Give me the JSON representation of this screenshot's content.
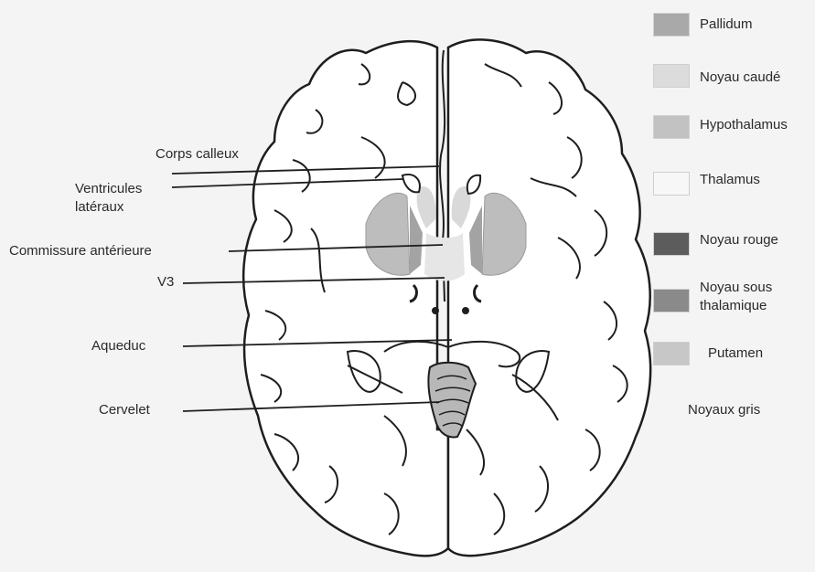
{
  "labels": {
    "corps_calleux": "Corps calleux",
    "ventricules_line1": "Ventricules",
    "ventricules_line2": "latéraux",
    "commissure": "Commissure antérieure",
    "v3": "V3",
    "aqueduc": "Aqueduc",
    "cervelet": "Cervelet"
  },
  "legend": {
    "items": [
      {
        "label": "Pallidum",
        "color": "#a9a9a9"
      },
      {
        "label": "Noyau caudé",
        "color": "#dcdcdc"
      },
      {
        "label": "Hypothalamus",
        "color": "#c2c2c2"
      },
      {
        "label": "Thalamus",
        "color": "#f7f7f7"
      },
      {
        "label": "Noyau rouge",
        "color": "#5c5c5c"
      },
      {
        "label": "Noyau sous",
        "label2": "thalamique",
        "color": "#8a8a8a"
      },
      {
        "label": "Putamen",
        "color": "#c7c7c7"
      }
    ],
    "note": "Noyaux gris"
  },
  "colors": {
    "outline": "#1e1e1e",
    "putamen": "#bdbdbd",
    "pallidum": "#a3a3a3",
    "caudate": "#d9d9d9",
    "cerebellum_fill": "#b8b8b8"
  }
}
